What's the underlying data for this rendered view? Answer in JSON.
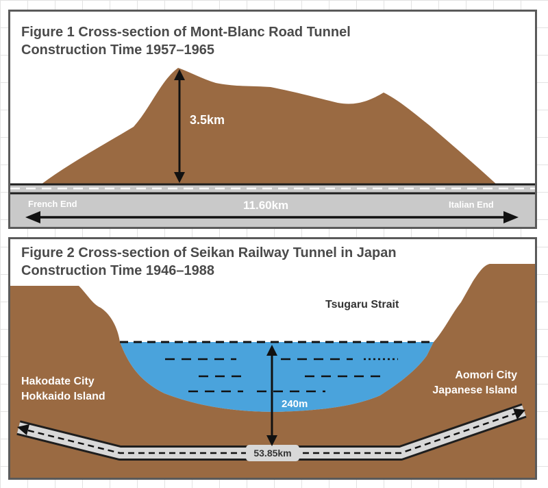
{
  "figure1": {
    "title_line1": "Figure 1 Cross-section of Mont-Blanc Road Tunnel",
    "title_line2": "Construction Time 1957–1965",
    "height_label": "3.5km",
    "length_label": "11.60km",
    "left_end_label": "French End",
    "right_end_label": "Italian End"
  },
  "figure2": {
    "title_line1": "Figure 2 Cross-section of Seikan Railway Tunnel in Japan",
    "title_line2": "Construction Time 1946–1988",
    "strait_label": "Tsugaru Strait",
    "left_city_line1": "Hakodate City",
    "left_city_line2": "Hokkaido Island",
    "right_city_line1": "Aomori City",
    "right_city_line2": "Japanese Island",
    "depth_label": "240m",
    "length_label": "53.85km"
  },
  "colors": {
    "earth": "#9a6a42",
    "water": "#4aa3dc",
    "road": "#cfcfcf",
    "text_dark": "#4a4a4a"
  }
}
